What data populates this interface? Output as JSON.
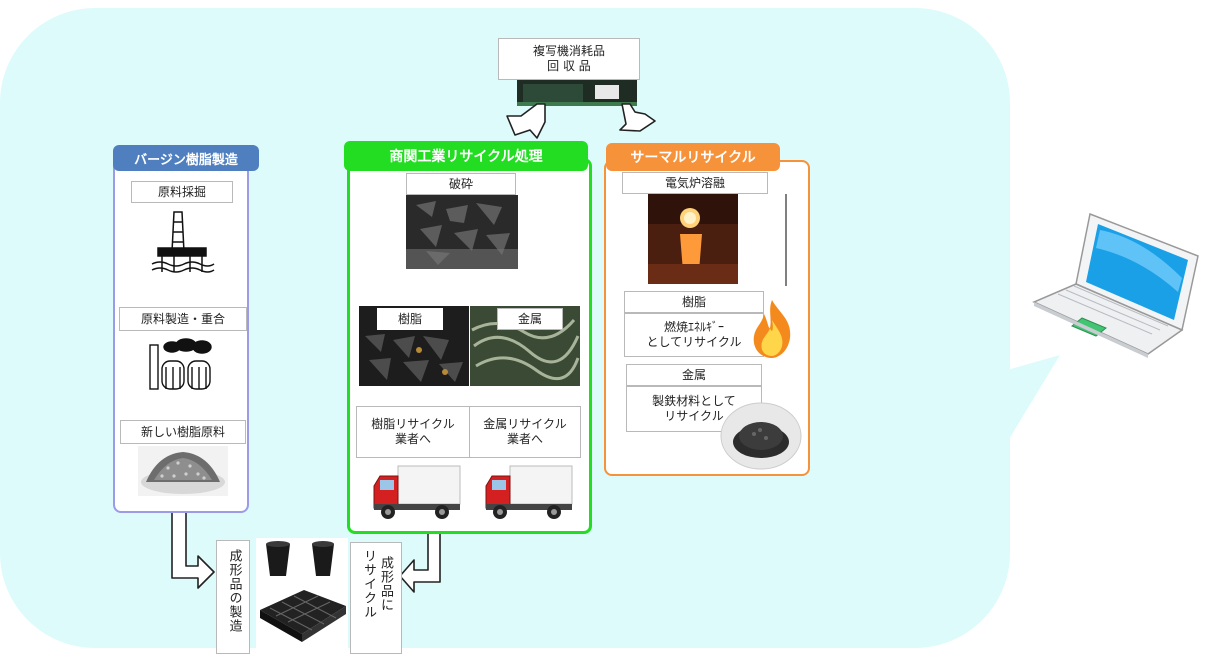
{
  "top": {
    "line1": "複写機消耗品",
    "line2": "回 収 品"
  },
  "virgin": {
    "title": "バージン樹脂製造",
    "step1": "原料採掘",
    "step2": "原料製造・重合",
    "step3": "新しい樹脂原料"
  },
  "recycle": {
    "title": "商関工業リサイクル処理",
    "crush": "破砕",
    "resin": "樹脂",
    "metal": "金属",
    "resin_dest_1": "樹脂リサイクル",
    "resin_dest_2": "業者へ",
    "metal_dest_1": "金属リサイクル",
    "metal_dest_2": "業者へ"
  },
  "thermal": {
    "title": "サーマルリサイクル",
    "furnace": "電気炉溶融",
    "resin": "樹脂",
    "resin_desc_1": "燃焼ｴﾈﾙｷﾞｰ",
    "resin_desc_2": "としてリサイクル",
    "metal": "金属",
    "metal_desc_1": "製鉄材料として",
    "metal_desc_2": "リサイクル"
  },
  "bottom": {
    "molding": "成形品の製造",
    "recycle_1": "成形品に",
    "recycle_2": "リサイクル"
  },
  "colors": {
    "bubble": "#ddfbfb",
    "virgin": "#4f7fbf",
    "recycle": "#22dd22",
    "thermal": "#f6923a"
  }
}
